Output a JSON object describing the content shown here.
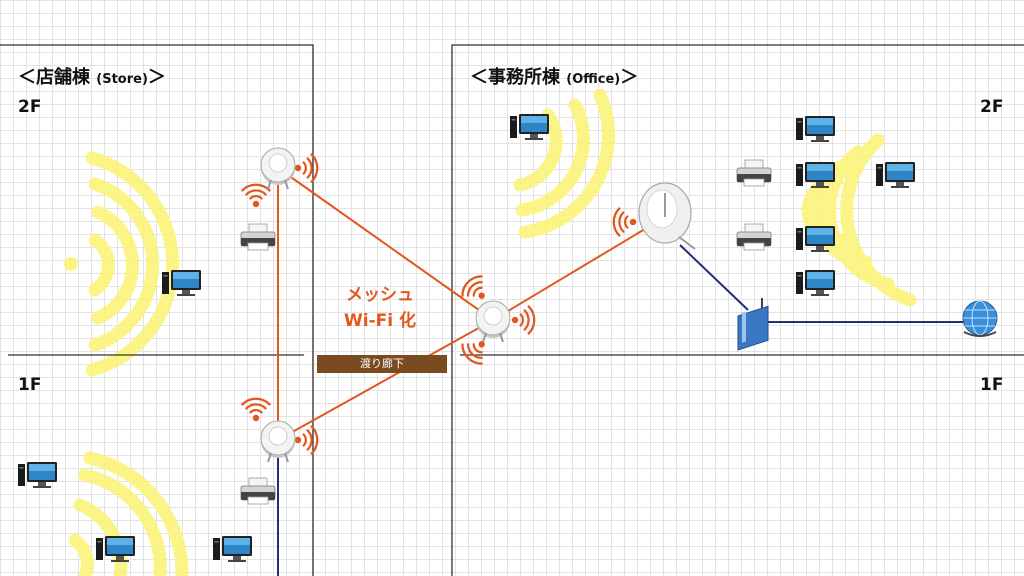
{
  "store": {
    "title": "＜店舗棟",
    "subtitle": "(Store)",
    "close": "＞",
    "floor_upper": "2F",
    "floor_lower": "1F"
  },
  "office": {
    "title": "＜事務所棟",
    "subtitle": "(Office)",
    "close": "＞",
    "floor_upper": "2F",
    "floor_lower": "1F"
  },
  "mesh_label": {
    "line1": "メッシュ",
    "line2": "Wi-Fi 化"
  },
  "corridor_label": "渡り廊下",
  "colors": {
    "mesh_link": "#e2571e",
    "wired_link": "#1f2f7a",
    "wifi_signal": "#fbf37a",
    "corridor": "#7a4a20",
    "wall": "#333333"
  },
  "icons": [
    "access-point-icon",
    "wifi-waves-icon",
    "router-icon",
    "printer-icon",
    "desktop-pc-icon",
    "internet-globe-icon"
  ]
}
